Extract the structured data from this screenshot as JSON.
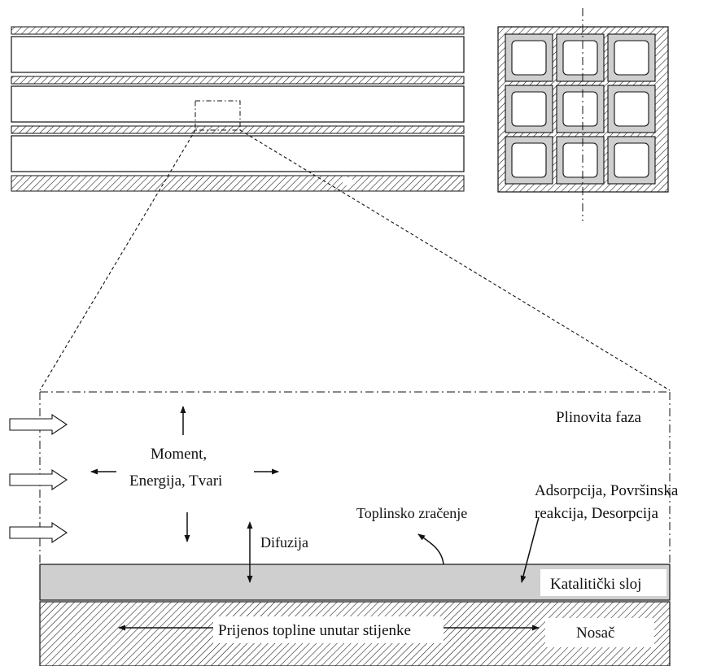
{
  "labels": {
    "gas_phase": "Plinovita faza",
    "transport_line1": "Moment,",
    "transport_line2": "Energija, Tvari",
    "surface_line1": "Adsorpcija, Površinska",
    "surface_line2": "reakcija, Desorpcija",
    "radiation": "Toplinsko zračenje",
    "diffusion": "Difuzija",
    "catalytic_layer": "Katalitički sloj",
    "wall_heat": "Prijenos topline unutar stijenke",
    "support": "Nosač"
  },
  "colors": {
    "line": "#111111",
    "catalyst_fill": "#cfcfcf",
    "background": "#ffffff"
  },
  "cross_section": {
    "rows": 3,
    "cols": 3
  }
}
